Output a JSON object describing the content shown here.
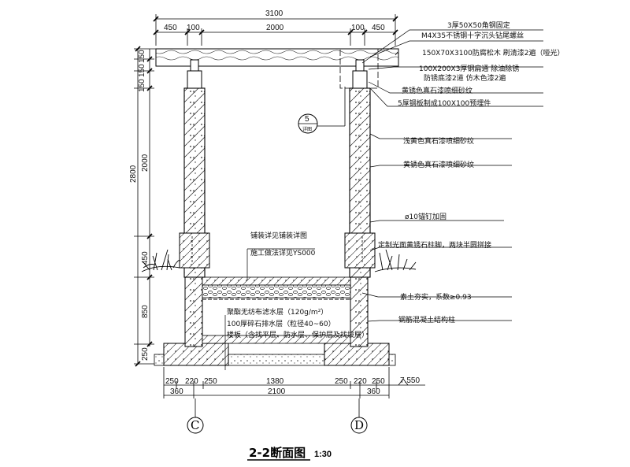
{
  "title": {
    "main": "2-2断面图",
    "scale": "1:30"
  },
  "dimensions_top": {
    "overall": "3100",
    "segments": [
      "450",
      "100",
      "2000",
      "100",
      "450"
    ]
  },
  "dimensions_left": {
    "upper": [
      "150",
      "150",
      "150"
    ],
    "column_total": "2800",
    "column_mid": "2000",
    "lower": "450",
    "foundation": "850",
    "base": "250"
  },
  "dimensions_bottom": {
    "row1": [
      "250",
      "220",
      "250",
      "1380",
      "250",
      "220",
      "250"
    ],
    "row2": [
      "360",
      "2100",
      "360"
    ],
    "elevation": "7.550"
  },
  "axes": [
    "C",
    "D"
  ],
  "detail_callout": {
    "number": "5",
    "sheet": "详图"
  },
  "annotations_right": [
    "3厚50X50角钢固定",
    "M4X35不锈钢十字沉头钻尾螺丝",
    "150X70X3100防腐松木  刷清漆2遍（哑光）",
    "100X200X3厚钢扁通  除油除锈",
    "防锈底漆2道   仿木色漆2遍",
    "黄锈色真石漆喷细砂纹",
    "5厚钢板制成100X100预埋件",
    "浅黄色真石漆喷细砂纹",
    "黄锈色真石漆喷细砂纹",
    "ø10锚钉加固",
    "定制光面黄锈石柱脚，两块半圆拼接",
    "素土夯实，系数≥0.93",
    "钢筋混凝土结构柱"
  ],
  "annotations_center": [
    "铺装详见铺装详图",
    "施工做法详见YS000",
    "聚酯无纺布滤水层（120g/m²）",
    "100厚碎石排水层（粒径40~60）",
    "楼板（含找平层、防水层、保护层及找坡层）"
  ]
}
